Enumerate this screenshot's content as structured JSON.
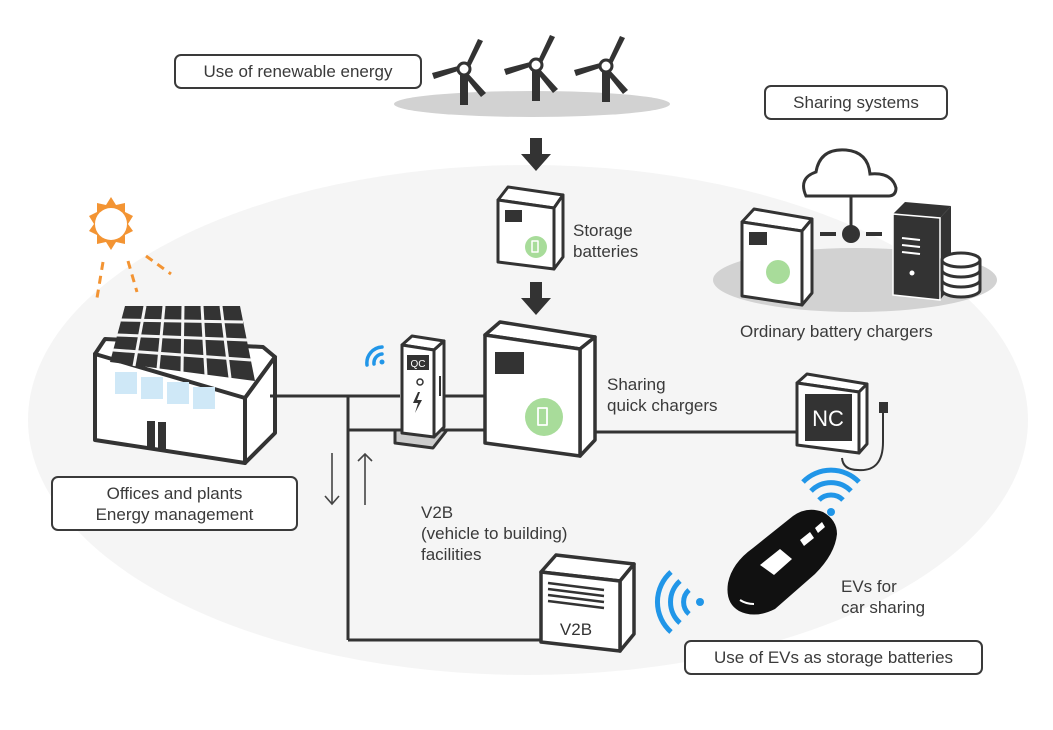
{
  "labels": {
    "renewable": "Use of renewable energy",
    "sharing_systems": "Sharing systems",
    "storage_1": "Storage",
    "storage_2": "batteries",
    "ordinary": "Ordinary battery chargers",
    "sharing_qc_1": "Sharing",
    "sharing_qc_2": "quick chargers",
    "offices_1": "Offices and plants",
    "offices_2": "Energy management",
    "v2b_1": "V2B",
    "v2b_2": "(vehicle to building)",
    "v2b_3": "facilities",
    "evs_1": "EVs for",
    "evs_2": "car sharing",
    "ev_storage": "Use of EVs as storage batteries"
  },
  "device_text": {
    "qc": "QC",
    "nc": "NC",
    "v2b": "V2B"
  },
  "colors": {
    "ink": "#333333",
    "wifi": "#2196e8",
    "sun": "#f39433",
    "battery_badge": "#a8dc9a",
    "window": "#cfe8f7",
    "bg_ellipse": "#f4f4f4",
    "ground": "#d0d0d0"
  }
}
